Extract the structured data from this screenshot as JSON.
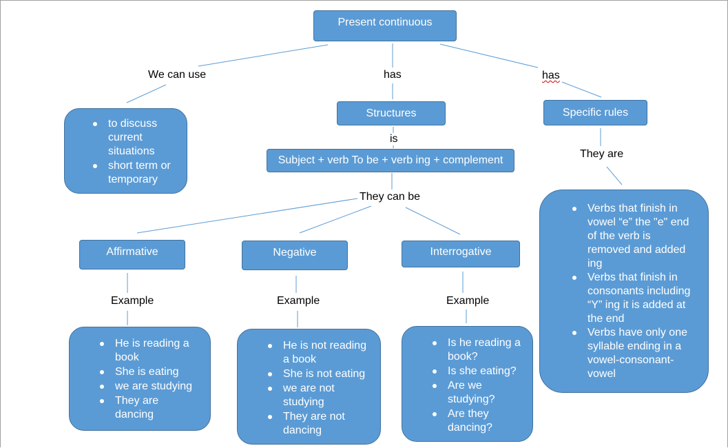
{
  "root": {
    "label": "Present continuous"
  },
  "links": {
    "we_can_use": "We can use",
    "has_1": "has",
    "has_2": "has",
    "is": "is",
    "they_are": "They are",
    "they_can_be": "They can be",
    "example_1": "Example",
    "example_2": "Example",
    "example_3": "Example"
  },
  "nodes": {
    "structures": "Structures",
    "specific_rules": "Specific rules",
    "formula": "Subject + verb To be + verb ing + complement",
    "affirmative": "Affirmative",
    "negative": "Negative",
    "interrogative": "Interrogative"
  },
  "uses": [
    "to discuss current situations",
    "short term or temporary"
  ],
  "rules": [
    "Verbs that finish in vowel “e” the \"e\" end of the verb is removed and added ing",
    "Verbs that finish in consonants including “Y” ing it is added at the end",
    "Verbs have only one syllable ending in a vowel-consonant-vowel"
  ],
  "examples": {
    "affirmative": [
      "He is reading a book",
      "She is eating",
      "we are studying",
      "They are dancing"
    ],
    "negative": [
      "He is not reading a book",
      "She is not eating",
      "we are not studying",
      "They are not dancing"
    ],
    "interrogative": [
      "Is he reading a book?",
      "Is she eating?",
      "Are we studying?",
      "Are they dancing?"
    ]
  },
  "colors": {
    "node_fill": "#5b9bd5",
    "node_border": "#41719c",
    "connector": "#5b9bd5",
    "spellcheck": "#d00000"
  }
}
